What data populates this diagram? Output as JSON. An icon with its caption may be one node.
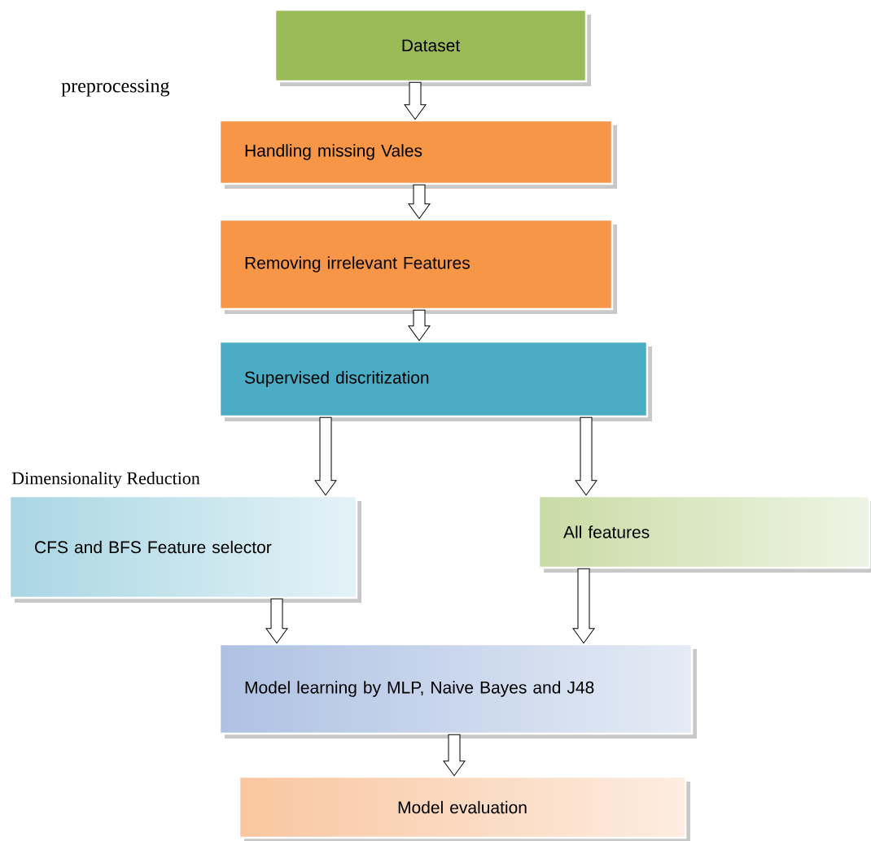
{
  "diagram": {
    "nodes": [
      {
        "text": [
          "Dataset"
        ]
      },
      {
        "text": [
          "Handling missing Vales"
        ]
      },
      {
        "text": [
          "Removing irrelevant Features"
        ]
      },
      {
        "text": [
          "Supervised discritization"
        ]
      },
      {
        "text": [
          "CFS and BFS Feature selector"
        ]
      },
      {
        "text": [
          "All features"
        ]
      },
      {
        "text": [
          "Model learning by MLP, Naive Bayes and J48"
        ]
      },
      {
        "text": [
          "Model evaluation"
        ]
      }
    ],
    "edges": [
      {
        "from": 0,
        "to": 1,
        "arrow": "to"
      },
      {
        "from": 1,
        "to": 2,
        "arrow": "to"
      },
      {
        "from": 2,
        "to": 3,
        "arrow": "to"
      },
      {
        "from": 3,
        "to": 4,
        "arrow": "to"
      },
      {
        "from": 3,
        "to": 5,
        "arrow": "to"
      },
      {
        "from": 4,
        "to": 6,
        "arrow": "to"
      },
      {
        "from": 5,
        "to": 6,
        "arrow": "to"
      },
      {
        "from": 6,
        "to": 7,
        "arrow": "to"
      }
    ],
    "labels": [
      "preprocessing",
      "Dimensionality Reduction"
    ]
  }
}
